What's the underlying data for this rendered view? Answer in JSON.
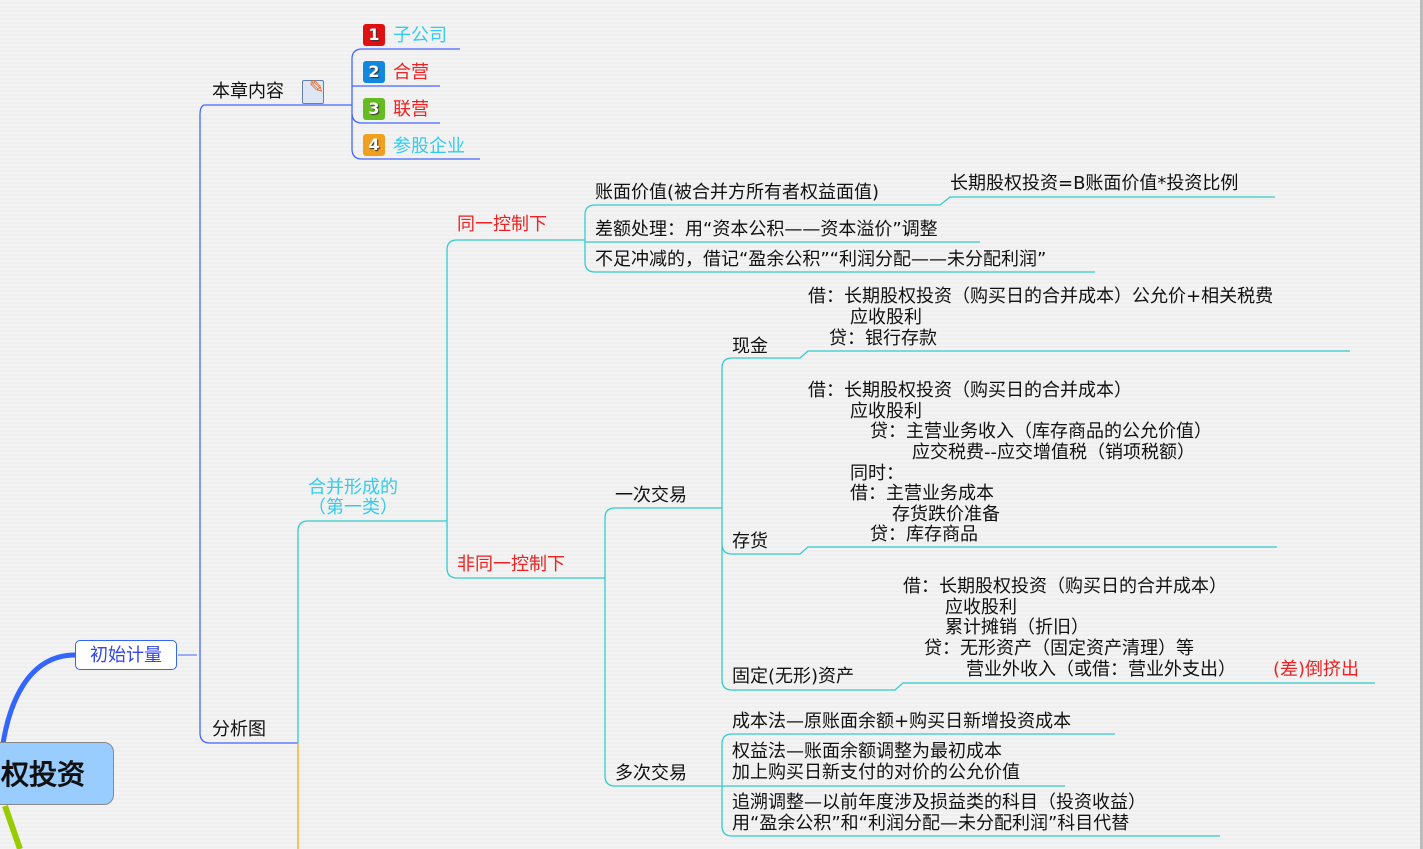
{
  "root": {
    "label": "权投资"
  },
  "initial": {
    "label": "初始计量"
  },
  "chapter": {
    "label": "本章内容",
    "items": [
      {
        "num": "1",
        "label": "子公司",
        "badge_color": "#dd1111"
      },
      {
        "num": "2",
        "label": "合营",
        "badge_color": "#1188dd"
      },
      {
        "num": "3",
        "label": "联营",
        "badge_color": "#66bb22"
      },
      {
        "num": "4",
        "label": "参股企业",
        "badge_color": "#f0a020"
      }
    ]
  },
  "analysis": {
    "label": "分析图"
  },
  "merge": {
    "line1": "合并形成的",
    "line2": "（第一类）"
  },
  "same_control": {
    "label": "同一控制下",
    "book_value": "账面价值(被合并方所有者权益面值)",
    "book_value_formula": "长期股权投资=B账面价值*投资比例",
    "difference": "差额处理：用“资本公积——资本溢价”调整",
    "shortfall": "不足冲减的，借记“盈余公积”“利润分配——未分配利润”"
  },
  "non_same_control": {
    "label": "非同一控制下",
    "single": {
      "label": "一次交易",
      "cash": {
        "label": "现金",
        "lines": [
          "借：长期股权投资（购买日的合并成本）公允价+相关税费",
          "应收股利",
          "贷：银行存款"
        ]
      },
      "inventory": {
        "label": "存货",
        "lines": [
          "借：长期股权投资（购买日的合并成本）",
          "应收股利",
          "贷：主营业务收入（库存商品的公允价值）",
          "应交税费--应交增值税（销项税额）",
          "同时：",
          "借：主营业务成本",
          "存货跌价准备",
          "贷：库存商品"
        ]
      },
      "fixed": {
        "label": "固定(无形)资产",
        "lines": [
          "借：长期股权投资（购买日的合并成本）",
          "应收股利",
          "累计摊销（折旧）",
          "贷：无形资产（固定资产清理）等",
          "营业外收入（或借：营业外支出）"
        ],
        "note": "(差)倒挤出"
      }
    },
    "multiple": {
      "label": "多次交易",
      "cost": "成本法—原账面余额+购买日新增投资成本",
      "equity1": "权益法—账面余额调整为最初成本",
      "equity2": "加上购买日新支付的对价的公允价值",
      "retro1": "追溯调整—以前年度涉及损益类的科目（投资收益）",
      "retro2": "用“盈余公积”和“利润分配—未分配利润”科目代替"
    }
  }
}
